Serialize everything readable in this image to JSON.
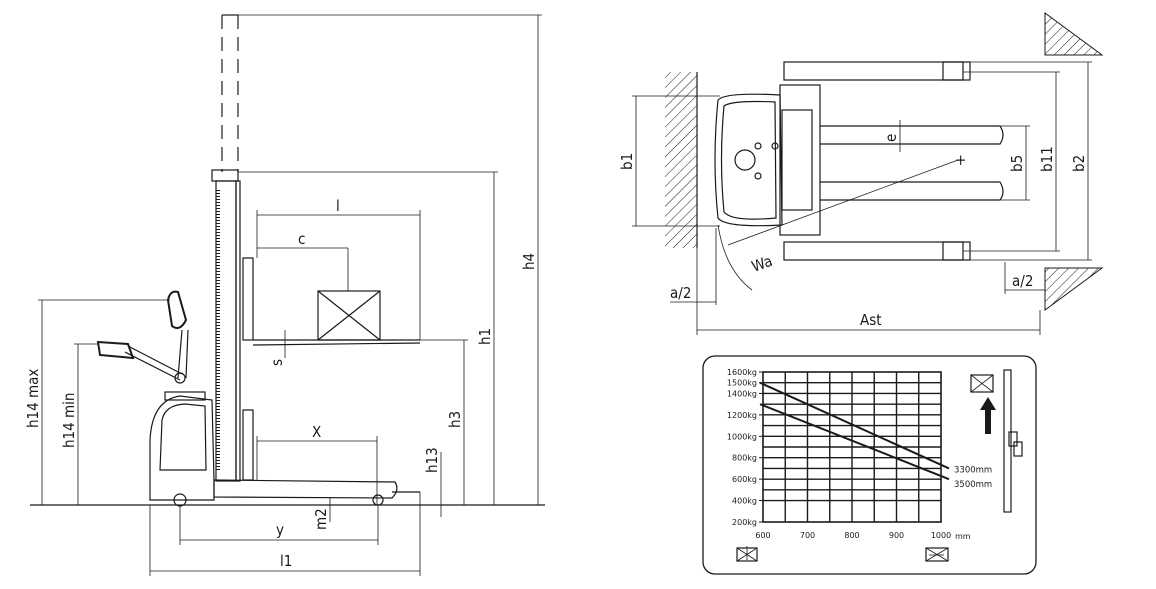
{
  "side_view": {
    "labels": {
      "l": "l",
      "c": "c",
      "s": "s",
      "x": "X",
      "y": "y",
      "l1": "l1",
      "m2": "m2",
      "h13": "h13",
      "h3": "h3",
      "h1": "h1",
      "h4": "h4",
      "h14_max": "h14 max",
      "h14_min": "h14 min"
    }
  },
  "top_view": {
    "labels": {
      "b1": "b1",
      "b5": "b5",
      "b11": "b11",
      "b2": "b2",
      "e": "e",
      "wa": "Wa",
      "a2_left": "a/2",
      "a2_right": "a/2",
      "ast": "Ast"
    }
  },
  "chart_data": {
    "type": "line",
    "xlabel": "",
    "x_unit": "mm",
    "xlim": [
      600,
      1000
    ],
    "x_ticks": [
      "600",
      "700",
      "800",
      "900",
      "1000"
    ],
    "ylim": [
      200,
      1600
    ],
    "y_ticks": [
      "200kg",
      "400kg",
      "600kg",
      "800kg",
      "1000kg",
      "1200kg",
      "1400kg",
      "1500kg",
      "1600kg"
    ],
    "series": [
      {
        "name": "3300mm",
        "x": [
          600,
          1000
        ],
        "y": [
          1500,
          700
        ]
      },
      {
        "name": "3500mm",
        "x": [
          600,
          1000
        ],
        "y": [
          1300,
          600
        ]
      }
    ],
    "grid": true,
    "legend": "right"
  }
}
